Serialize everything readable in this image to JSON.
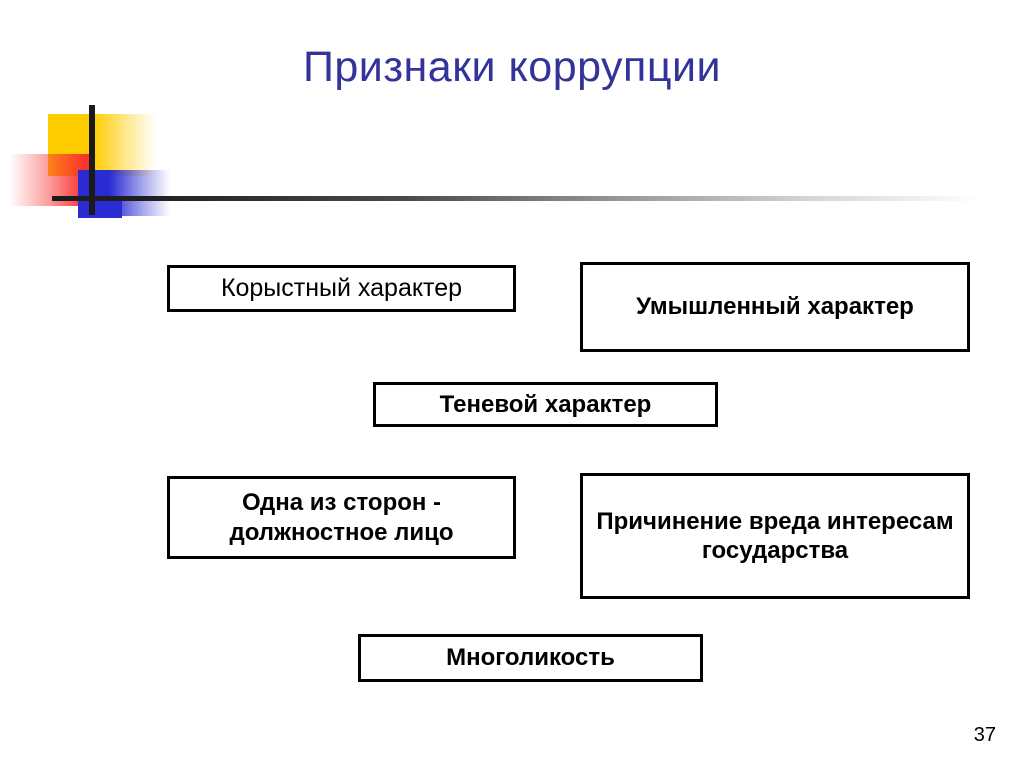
{
  "slide": {
    "title": "Признаки коррупции",
    "title_color": "#333399",
    "background_color": "#ffffff",
    "page_number": "37"
  },
  "decoration": {
    "name": "blends-design-motif",
    "yellow_color": "#FFCC00",
    "red_color": "#F8322F",
    "blue_color": "#2B2BD4",
    "line_color": "#1a1a1a"
  },
  "boxes": [
    {
      "id": "korystny",
      "text": "Корыстный характер",
      "weight": "regular",
      "column": "left"
    },
    {
      "id": "umyshlenny",
      "text": "Умышленный характер",
      "weight": "bold",
      "column": "right"
    },
    {
      "id": "tenevoy",
      "text": "Теневой характер",
      "weight": "bold",
      "column": "center"
    },
    {
      "id": "odna-iz-storon",
      "text": "Одна из сторон - должностное лицо",
      "weight": "bold",
      "column": "left"
    },
    {
      "id": "prichinenie",
      "text": "Причинение вреда интересам государства",
      "weight": "bold",
      "column": "right"
    },
    {
      "id": "mnogolikost",
      "text": "Многоликость",
      "weight": "bold",
      "column": "center"
    }
  ]
}
